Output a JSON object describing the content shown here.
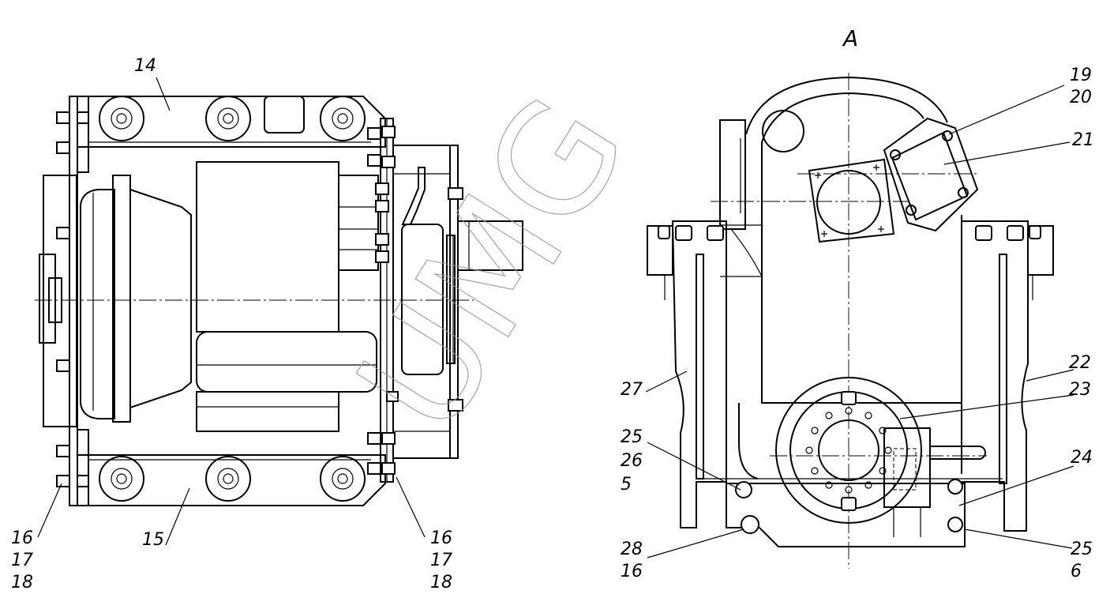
{
  "view_title": "A",
  "watermark": "UMG",
  "left_view": {
    "labels": {
      "l14": "14",
      "l15": "15",
      "l16a": "16",
      "l17a": "17",
      "l18a": "18",
      "l16b": "16",
      "l17b": "17",
      "l18b": "18"
    }
  },
  "right_view": {
    "labels": {
      "l19": "19",
      "l20": "20",
      "l21": "21",
      "l22": "22",
      "l23": "23",
      "l24": "24",
      "l25a": "25",
      "l26": "26",
      "l5": "5",
      "l27": "27",
      "l28": "28",
      "l16c": "16",
      "l25b": "25",
      "l6": "6"
    }
  }
}
